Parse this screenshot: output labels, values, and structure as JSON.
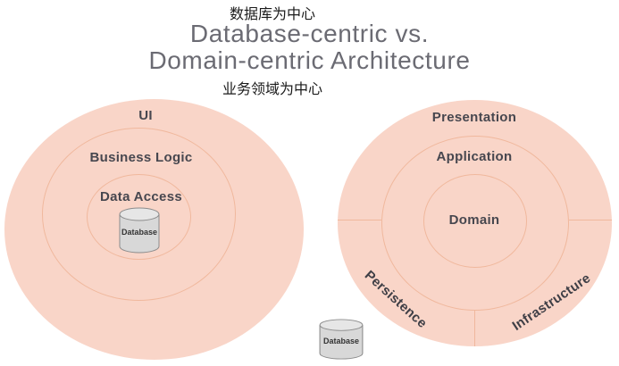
{
  "header": {
    "annotation_top": "数据库为中心",
    "title_line1": "Database-centric vs.",
    "title_line2": "Domain-centric Architecture",
    "annotation_bottom": "业务领域为中心"
  },
  "left_diagram": {
    "name": "Database-centric architecture",
    "layers": [
      {
        "label": "UI"
      },
      {
        "label": "Business Logic"
      },
      {
        "label": "Data Access"
      }
    ],
    "database_label": "Database"
  },
  "right_diagram": {
    "name": "Domain-centric architecture",
    "layers": [
      {
        "label": "Presentation"
      },
      {
        "label": "Application"
      },
      {
        "label": "Domain"
      }
    ],
    "outer_sectors": [
      {
        "label": "Persistence"
      },
      {
        "label": "Infrastructure"
      }
    ],
    "database_label": "Database"
  },
  "colors": {
    "circle_fill": "#f9d5c8",
    "ring_stroke": "#f0b89d",
    "title_color": "#6b6b73",
    "annotation_color": "#1a1a1a",
    "label_color": "#47474f",
    "sector_label_color": "#3f3f46",
    "cylinder_fill": "#d8d8d8",
    "cylinder_top_fill": "#e6e6e6",
    "cylinder_stroke": "#8c8c8c",
    "cylinder_label_color": "#333333"
  }
}
